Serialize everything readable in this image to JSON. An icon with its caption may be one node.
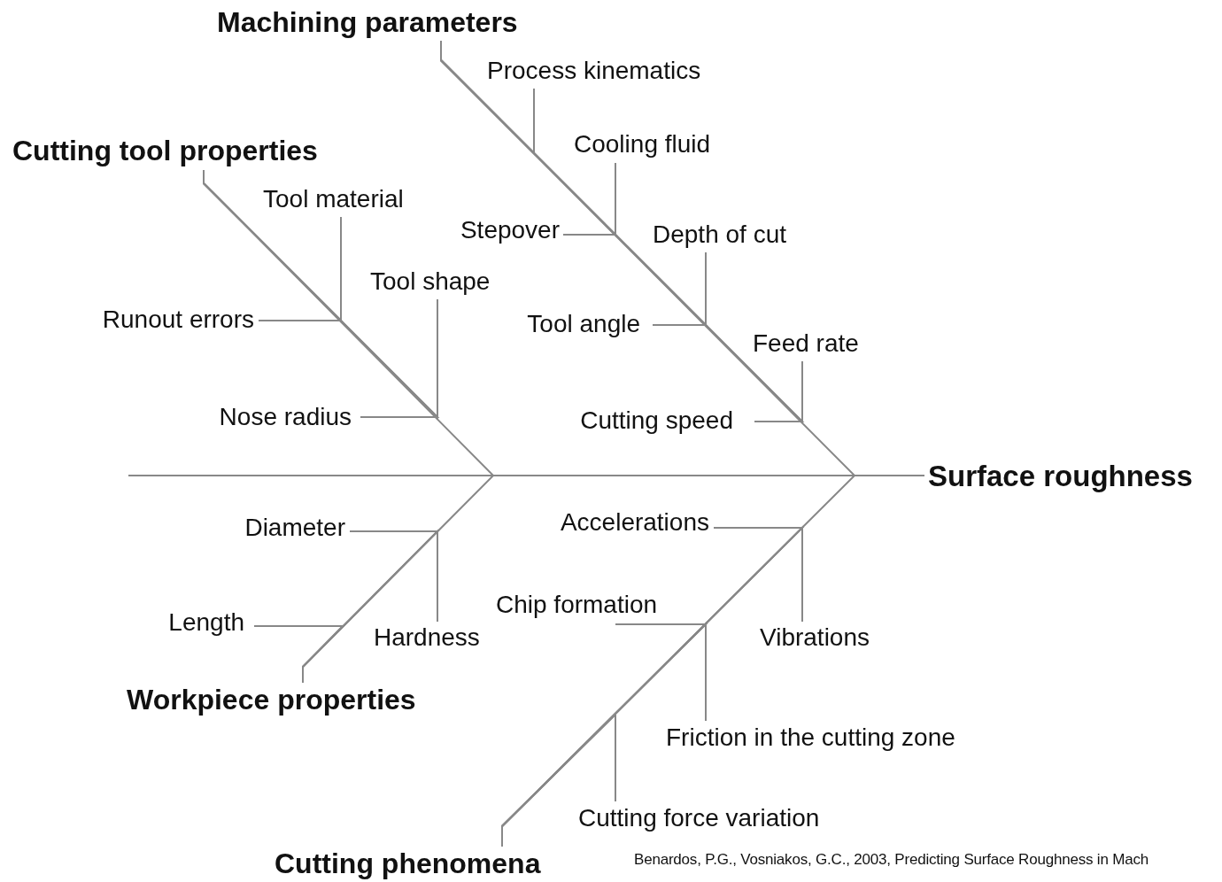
{
  "diagram": {
    "caption": "Benardos, P.G., Vosniakos, G.C., 2003, Predicting Surface Roughness in Mach",
    "nodes": [
      {
        "text": [
          "Machining parameters"
        ]
      },
      {
        "text": [
          "Process kinematics"
        ]
      },
      {
        "text": [
          "Cooling fluid"
        ]
      },
      {
        "text": [
          "Stepover"
        ]
      },
      {
        "text": [
          "Depth of cut"
        ]
      },
      {
        "text": [
          "Tool angle"
        ]
      },
      {
        "text": [
          "Feed rate"
        ]
      },
      {
        "text": [
          "Cutting speed"
        ]
      },
      {
        "text": [
          "Cutting tool properties"
        ]
      },
      {
        "text": [
          "Tool material"
        ]
      },
      {
        "text": [
          "Runout errors"
        ]
      },
      {
        "text": [
          "Tool shape"
        ]
      },
      {
        "text": [
          "Nose radius"
        ]
      },
      {
        "text": [
          "Surface roughness"
        ]
      },
      {
        "text": [
          "Diameter"
        ]
      },
      {
        "text": [
          "Accelerations"
        ]
      },
      {
        "text": [
          "Chip formation"
        ]
      },
      {
        "text": [
          "Length"
        ]
      },
      {
        "text": [
          "Hardness"
        ]
      },
      {
        "text": [
          "Vibrations"
        ]
      },
      {
        "text": [
          "Workpiece properties"
        ]
      },
      {
        "text": [
          "Friction in the cutting zone"
        ]
      },
      {
        "text": [
          "Cutting force variation"
        ]
      },
      {
        "text": [
          "Cutting phenomena"
        ]
      }
    ],
    "edges": [
      {
        "from": 1,
        "to": 0,
        "arrow": "none"
      },
      {
        "from": 2,
        "to": 0,
        "arrow": "none"
      },
      {
        "from": 3,
        "to": 0,
        "arrow": "none"
      },
      {
        "from": 4,
        "to": 0,
        "arrow": "none"
      },
      {
        "from": 5,
        "to": 0,
        "arrow": "none"
      },
      {
        "from": 6,
        "to": 0,
        "arrow": "none"
      },
      {
        "from": 7,
        "to": 0,
        "arrow": "none"
      },
      {
        "from": 9,
        "to": 8,
        "arrow": "none"
      },
      {
        "from": 10,
        "to": 8,
        "arrow": "none"
      },
      {
        "from": 11,
        "to": 8,
        "arrow": "none"
      },
      {
        "from": 12,
        "to": 8,
        "arrow": "none"
      },
      {
        "from": 14,
        "to": 20,
        "arrow": "none"
      },
      {
        "from": 18,
        "to": 20,
        "arrow": "none"
      },
      {
        "from": 17,
        "to": 20,
        "arrow": "none"
      },
      {
        "from": 15,
        "to": 23,
        "arrow": "none"
      },
      {
        "from": 19,
        "to": 23,
        "arrow": "none"
      },
      {
        "from": 16,
        "to": 23,
        "arrow": "none"
      },
      {
        "from": 21,
        "to": 23,
        "arrow": "none"
      },
      {
        "from": 22,
        "to": 23,
        "arrow": "none"
      },
      {
        "from": 0,
        "to": 13,
        "arrow": "none"
      },
      {
        "from": 8,
        "to": 13,
        "arrow": "none"
      },
      {
        "from": 20,
        "to": 13,
        "arrow": "none"
      },
      {
        "from": 23,
        "to": 13,
        "arrow": "none"
      }
    ]
  }
}
